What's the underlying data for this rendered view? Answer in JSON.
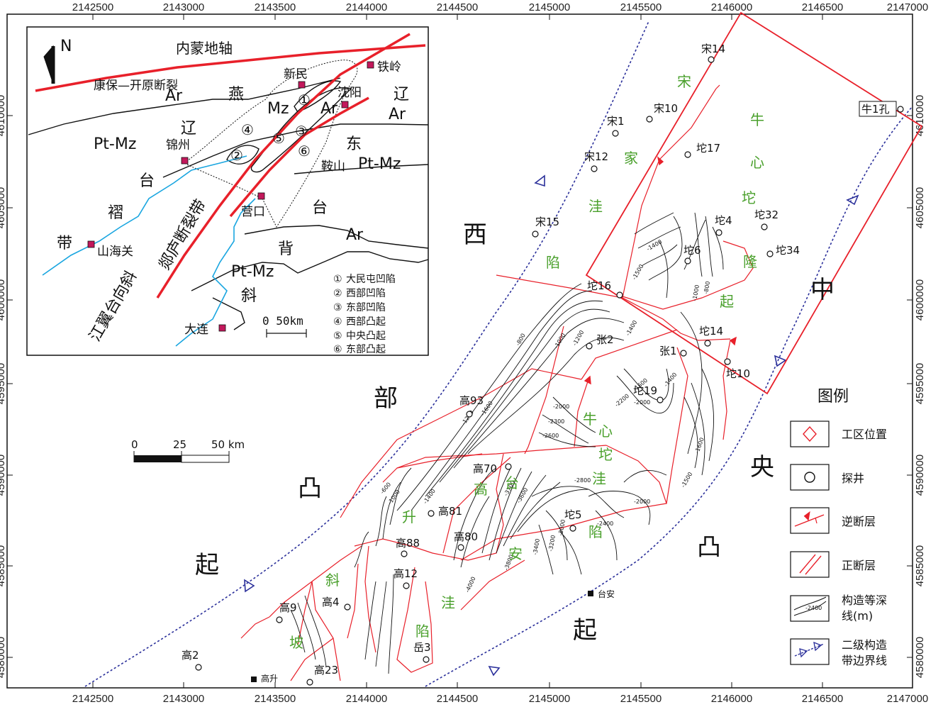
{
  "x_ticks": [
    "2142500",
    "2143000",
    "2143500",
    "2144000",
    "2144500",
    "2145000",
    "2145500",
    "2146000",
    "2146500",
    "2147000"
  ],
  "y_ticks": [
    "4610000",
    "4605000",
    "4600000",
    "4595000",
    "4590000",
    "4585000",
    "4580000"
  ],
  "regional_labels": {
    "west": [
      "西",
      "部",
      "凸",
      "起"
    ],
    "east": [
      "中",
      "央",
      "凸",
      "起"
    ]
  },
  "green_labels": {
    "songjia": [
      "宋",
      "家",
      "洼",
      "陷"
    ],
    "niuxin_uplift": [
      "牛",
      "心",
      "坨",
      "隆",
      "起"
    ],
    "niuxin_sag": [
      "牛",
      "心",
      "坨",
      "洼"
    ],
    "gaosheng": [
      "高",
      "升"
    ],
    "taian": [
      "台",
      "安",
      "洼",
      "陷"
    ],
    "slope": [
      "斜",
      "坡"
    ]
  },
  "wells": [
    {
      "name": "宋14"
    },
    {
      "name": "宋10"
    },
    {
      "name": "宋1"
    },
    {
      "name": "宋12"
    },
    {
      "name": "宋15"
    },
    {
      "name": "坨17"
    },
    {
      "name": "坨4"
    },
    {
      "name": "坨32"
    },
    {
      "name": "坨6"
    },
    {
      "name": "坨34"
    },
    {
      "name": "坨16"
    },
    {
      "name": "坨14"
    },
    {
      "name": "坨10"
    },
    {
      "name": "张1"
    },
    {
      "name": "张2"
    },
    {
      "name": "坨19"
    },
    {
      "name": "高93"
    },
    {
      "name": "高70"
    },
    {
      "name": "高81"
    },
    {
      "name": "高80"
    },
    {
      "name": "高88"
    },
    {
      "name": "坨5"
    },
    {
      "name": "高12"
    },
    {
      "name": "高4"
    },
    {
      "name": "高9"
    },
    {
      "name": "岳3"
    },
    {
      "name": "高2"
    },
    {
      "name": "高23"
    }
  ],
  "well_niu1": "牛1孔",
  "towns": {
    "taian": "台安",
    "gaosheng": "高升"
  },
  "contour_labels": [
    "-800",
    "-1000",
    "-1200",
    "-1400",
    "-1600",
    "-2000",
    "-2200",
    "-2300",
    "-2400",
    "-2600",
    "-2800",
    "-3000",
    "-3200",
    "-3400",
    "-3600",
    "-4000",
    "-1500",
    "-600",
    "-1000",
    "-1400",
    "-2000",
    "-1400",
    "-1500",
    "-1600",
    "-800",
    "-2000",
    "-1400",
    "-1000",
    "-1200",
    "-1600",
    "-3700",
    "-3800"
  ],
  "scale_bar": {
    "labels": [
      "0",
      "25",
      "50 km"
    ]
  },
  "inset": {
    "north": "N",
    "labels": {
      "neimeng": "内蒙地轴",
      "kangbao": "康保—开原断裂",
      "tieling": "铁岭",
      "xinmin": "新民",
      "shenyang": "沈阳",
      "ar1": "Ar",
      "yan": "燕",
      "mz": "Mz",
      "ar2": "Ar",
      "liao1": "辽",
      "ar3": "Ar",
      "liao2": "辽",
      "ptmz1": "Pt-Mz",
      "jinzhou": "锦州",
      "dong": "东",
      "anshan": "鞍山",
      "ptmz2": "Pt-Mz",
      "tai1": "台",
      "zhe": "褶",
      "yingkou": "营口",
      "tai2": "台",
      "ar4": "Ar",
      "dai": "带",
      "shanhaiguan": "山海关",
      "tanlu": "郯庐断裂带",
      "bei": "背",
      "ptmz3": "Pt-Mz",
      "xie": "斜",
      "jiangyi": "江翼台向斜",
      "dalian": "大连",
      "scale": "0   50km"
    },
    "circle_nums": [
      "①",
      "②",
      "③",
      "④",
      "⑤",
      "⑥"
    ],
    "circle_nums_legend": [
      {
        "num": "①",
        "text": "大民屯凹陷"
      },
      {
        "num": "②",
        "text": "西部凹陷"
      },
      {
        "num": "③",
        "text": "东部凹陷"
      },
      {
        "num": "④",
        "text": "西部凸起"
      },
      {
        "num": "⑤",
        "text": "中央凸起"
      },
      {
        "num": "⑥",
        "text": "东部凸起"
      }
    ]
  },
  "legend": {
    "title": "图例",
    "items": [
      {
        "label": "工区位置"
      },
      {
        "label": "探井"
      },
      {
        "label": "逆断层"
      },
      {
        "label": "正断层"
      },
      {
        "label": "构造等深\n线(m)"
      },
      {
        "label": "二级构造\n带边界线"
      }
    ],
    "contour_sample": "-2400"
  },
  "colors": {
    "fault": "#e8202a",
    "boundary": "#2a2f9a",
    "green": "#4aa02c",
    "river": "#1aa6e0",
    "town": "#c2185b"
  }
}
